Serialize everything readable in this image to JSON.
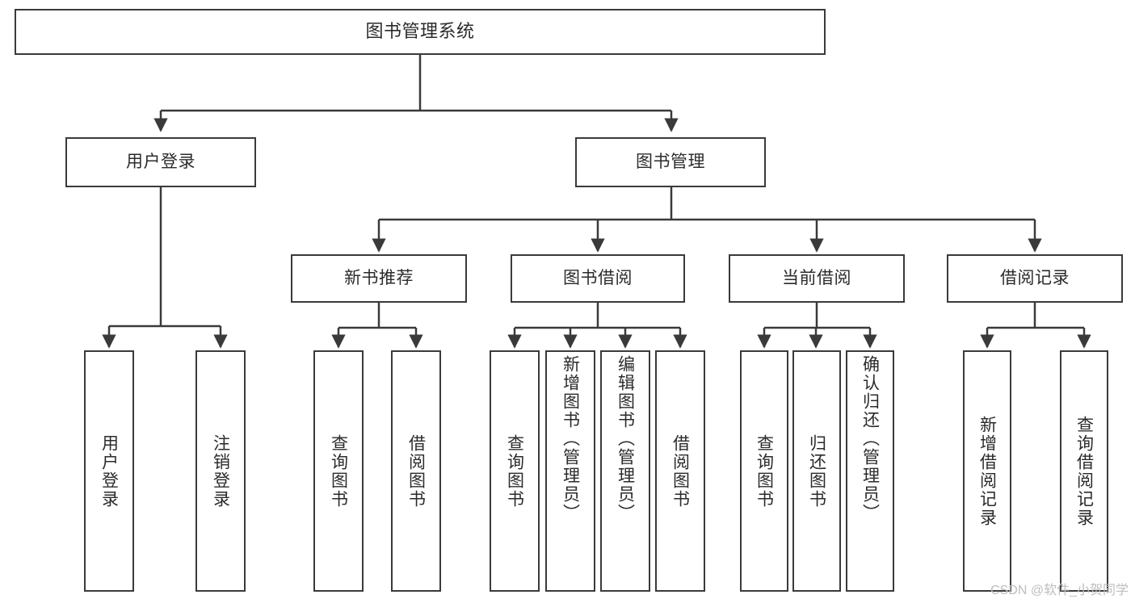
{
  "diagram": {
    "title": "图书管理系统",
    "type": "hierarchy-tree",
    "stroke_color": "#3a3a3a",
    "background_color": "#ffffff",
    "text_color": "#2b2b2b"
  },
  "root": {
    "label": "图书管理系统"
  },
  "level1": [
    {
      "label": "用户登录"
    },
    {
      "label": "图书管理"
    }
  ],
  "level2": [
    {
      "label": "新书推荐"
    },
    {
      "label": "图书借阅"
    },
    {
      "label": "当前借阅"
    },
    {
      "label": "借阅记录"
    }
  ],
  "leaves": {
    "user_login": [
      {
        "label": "用户登录"
      },
      {
        "label": "注销登录"
      }
    ],
    "new_book_recommend": [
      {
        "label": "查询图书"
      },
      {
        "label": "借阅图书"
      }
    ],
    "book_borrow": [
      {
        "label": "查询图书"
      },
      {
        "label": "新增图书（管理员）"
      },
      {
        "label": "编辑图书（管理员）"
      },
      {
        "label": "借阅图书"
      }
    ],
    "current_borrow": [
      {
        "label": "查询图书"
      },
      {
        "label": "归还图书"
      },
      {
        "label": "确认归还（管理员）"
      }
    ],
    "borrow_record": [
      {
        "label": "新增借阅记录"
      },
      {
        "label": "查询借阅记录"
      }
    ]
  },
  "watermark": {
    "text": "CSDN @软件_小贺同学"
  }
}
